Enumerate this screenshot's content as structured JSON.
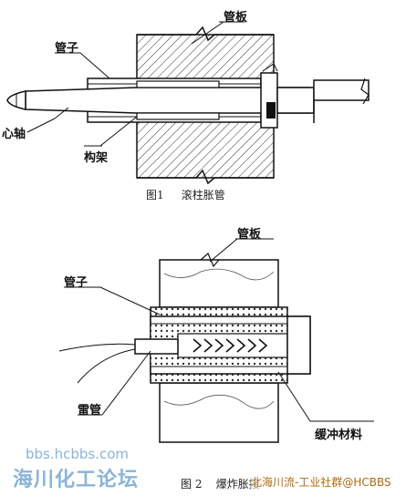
{
  "figure1": {
    "labels": {
      "tube_sheet": "管板",
      "tube": "管子",
      "mandrel": "心轴",
      "frame": "构架"
    },
    "caption_number": "图1",
    "caption_title": "滚柱胀管"
  },
  "figure2": {
    "labels": {
      "tube_sheet": "管板",
      "tube": "管子",
      "detonator": "雷管",
      "buffer_material": "缓冲材料"
    },
    "caption_number": "图 2",
    "caption_title": "爆炸胀接"
  },
  "watermarks": {
    "site_url": "bbs.hcbbs.com",
    "forum_name": "海川化工论坛",
    "group_name": "北海川流-工业社群@HCBBS"
  },
  "colors": {
    "line": "#111111",
    "hatch": "#333333",
    "watermark_blue": "#8ab4d8",
    "watermark_orange": "#b06a10"
  }
}
